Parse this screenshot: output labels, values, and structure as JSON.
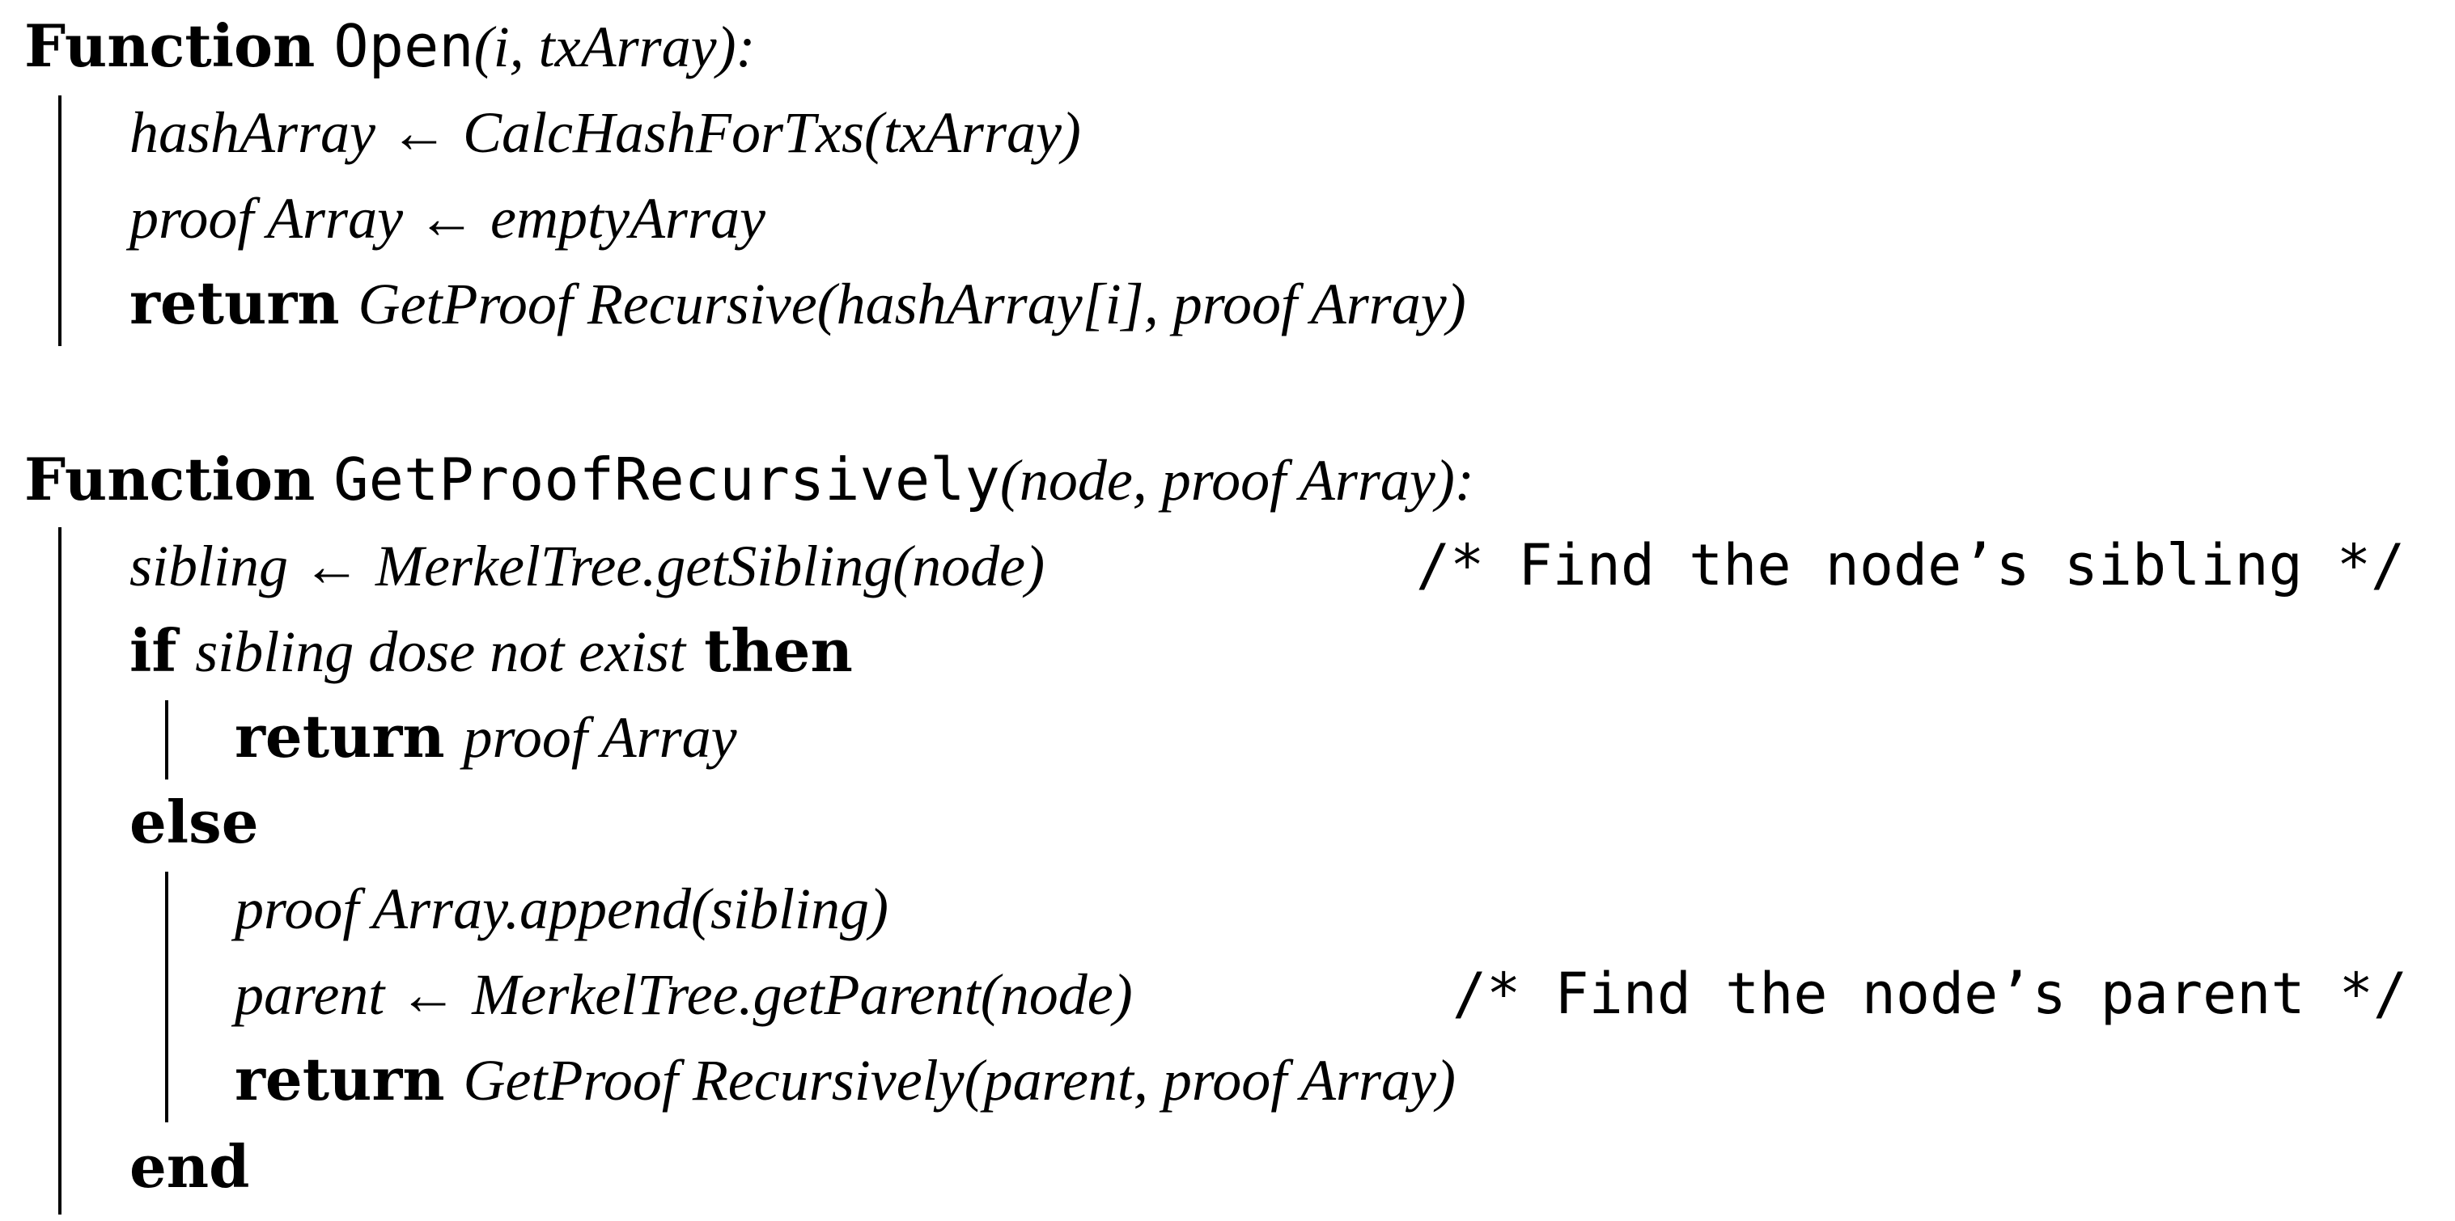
{
  "func_open": {
    "keyword": "Function",
    "name": "Open",
    "params": "(i, txArray):",
    "line1": "hashArray ← CalcHashForTxs(txArray)",
    "line2": "proof Array ← emptyArray",
    "line3_kw": "return",
    "line3_expr": "GetProof Recursive(hashArray[i], proof Array)"
  },
  "func_rec": {
    "keyword": "Function",
    "name": "GetProofRecursively",
    "params": "(node, proof Array):",
    "line1": "sibling ← MerkelTree.getSibling(node)",
    "line1_comment": "/* Find the node’s sibling */",
    "if_kw": "if",
    "if_cond": "sibling dose not exist",
    "then_kw": "then",
    "then_return_kw": "return",
    "then_return_expr": "proof Array",
    "else_kw": "else",
    "else_line1": "proof Array.append(sibling)",
    "else_line2": "parent ← MerkelTree.getParent(node)",
    "else_line2_comment": "/* Find the node’s parent */",
    "else_return_kw": "return",
    "else_return_expr": "GetProof Recursively(parent, proof Array)",
    "end_kw": "end"
  }
}
